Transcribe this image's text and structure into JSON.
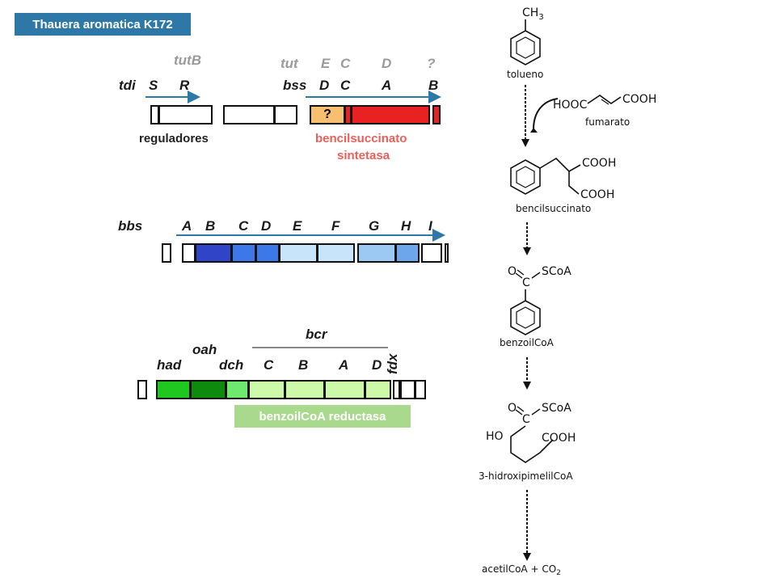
{
  "header": {
    "organism": "Thauera aromatica K172"
  },
  "cluster1": {
    "tdi": "tdi",
    "S": "S",
    "R": "R",
    "tutB": "tutB",
    "reg_label": "reguladores",
    "tut": "tut",
    "E": "E",
    "C": "C",
    "D": "D",
    "q": "?",
    "bss": "bss",
    "D2": "D",
    "C2": "C",
    "A": "A",
    "B": "B",
    "q_box": "?",
    "bss_label_1": "bencilsuccinato",
    "bss_label_2": "sintetasa"
  },
  "cluster2": {
    "bbs": "bbs",
    "genes": [
      "A",
      "B",
      "C",
      "D",
      "E",
      "F",
      "G",
      "H",
      "I"
    ]
  },
  "cluster3": {
    "bcr": "bcr",
    "oah": "oah",
    "had": "had",
    "dch": "dch",
    "C": "C",
    "B": "B",
    "A": "A",
    "D": "D",
    "fdx": "fdx",
    "enzyme_label": "benzoilCoA reductasa"
  },
  "pathway": {
    "ch3": "CH",
    "ch3_sub": "3",
    "toluene": "tolueno",
    "hooc": "HOOC",
    "cooh": "COOH",
    "fumarate": "fumarato",
    "bs_cooh1": "COOH",
    "bs_cooh2": "COOH",
    "benzylsuccinate": "bencilsuccinato",
    "o1": "O",
    "scoa1": "SCoA",
    "c1": "C",
    "benzoylcoa": "benzoilCoA",
    "o2": "O",
    "scoa2": "SCoA",
    "c2": "C",
    "ho": "HO",
    "cooh3": "COOH",
    "hydroxy": "3-hidroxipimelilCoA",
    "final": "acetilCoA + CO",
    "final_sub": "2"
  },
  "colors": {
    "title_bg": "#2e78a8",
    "arrow": "#2e78a8",
    "red": "#e82222",
    "orange": "#f6c070",
    "enzyme_label_bg": "#a9d98c"
  }
}
